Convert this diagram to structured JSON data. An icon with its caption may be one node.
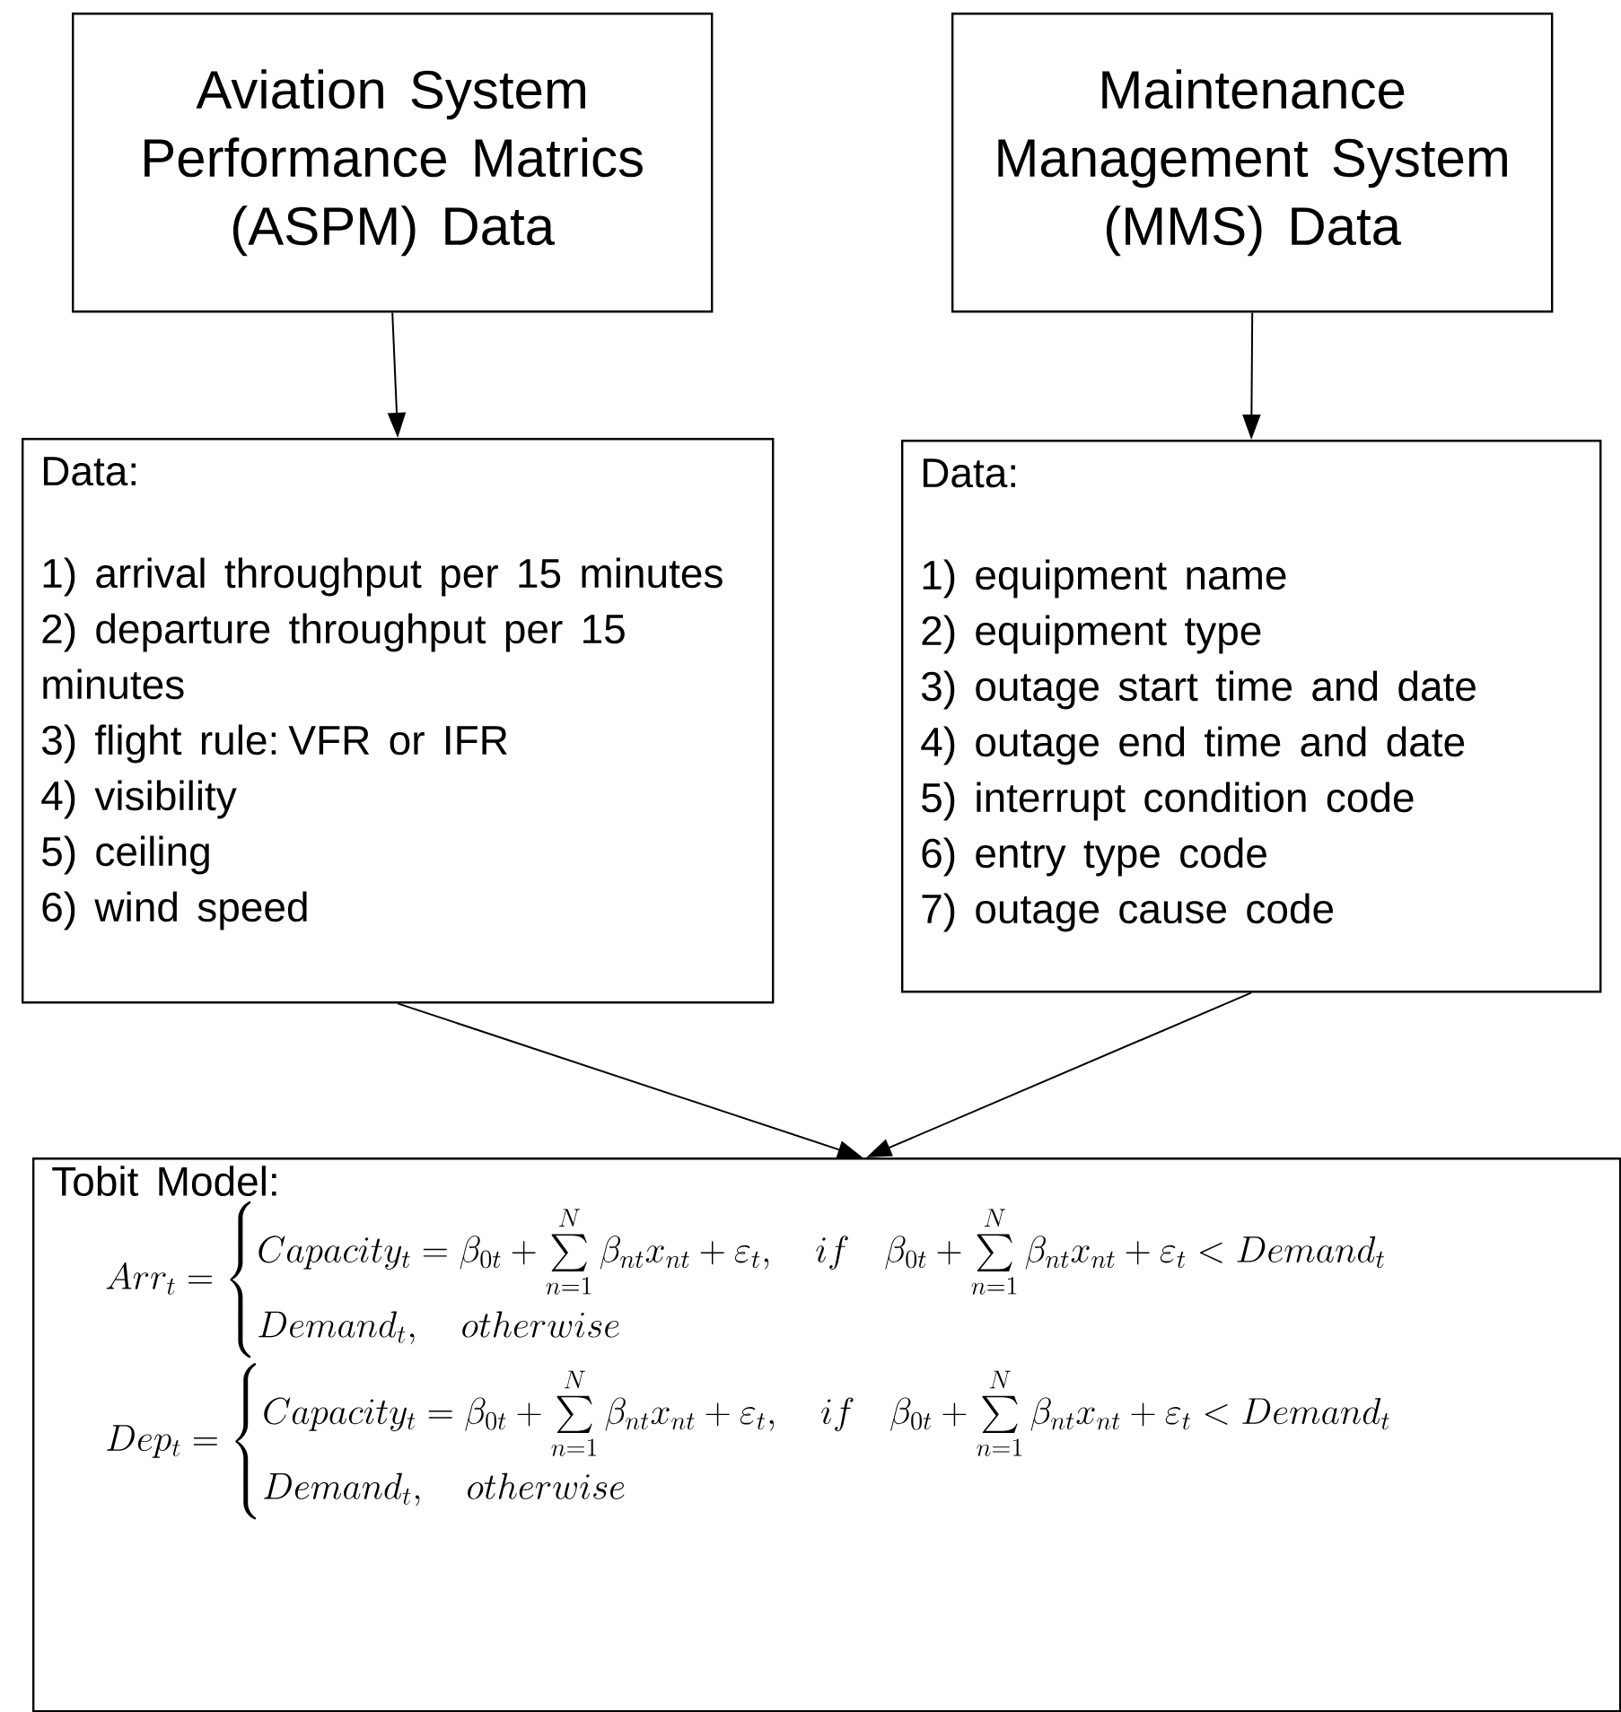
{
  "diagram": {
    "nodes": [
      {
        "text": [
          "Aviation System Performance Matrics (ASPM) Data"
        ]
      },
      {
        "text": [
          "Maintenance Management System (MMS) Data"
        ]
      },
      {
        "text": [
          "Data:",
          "1) arrival throughput per 15 minutes",
          "2) departure throughput per 15 minutes",
          "3) flight rule: VFR or IFR",
          "4) visibility",
          "5) ceiling",
          "6) wind speed"
        ]
      },
      {
        "text": [
          "Data:",
          "1) equipment name",
          "2) equipment type",
          "3) outage start time and date",
          "4) outage end time and date",
          "5) interrupt condition code",
          "6) entry type code",
          "7) outage cause code"
        ]
      },
      {
        "text": [
          "Tobit Model:",
          "Arr_t = \\begin{cases} Capacity_t = \\beta_{0t} + \\sum\\limits_{n=1}^{N} \\beta_{nt} x_{nt} + \\varepsilon_t, \\quad if\\ \\ \\beta_{0t} + \\sum\\limits_{n=1}^{N} \\beta_{nt} x_{nt} + \\varepsilon_t < Demand_t \\\\ Demand_t, \\quad otherwise \\end{cases}",
          "Dep_t = \\begin{cases} Capacity_t = \\beta_{0t} + \\sum\\limits_{n=1}^{N} \\beta_{nt} x_{nt} + \\varepsilon_t, \\quad if\\ \\ \\beta_{0t} + \\sum\\limits_{n=1}^{N} \\beta_{nt} x_{nt} + \\varepsilon_t < Demand_t \\\\ Demand_t, \\quad otherwise \\end{cases}"
        ]
      }
    ],
    "edges": [
      {
        "from": 0,
        "to": 2,
        "arrow": "to"
      },
      {
        "from": 1,
        "to": 3,
        "arrow": "to"
      },
      {
        "from": 2,
        "to": 4,
        "arrow": "to"
      },
      {
        "from": 3,
        "to": 4,
        "arrow": "to"
      }
    ]
  }
}
